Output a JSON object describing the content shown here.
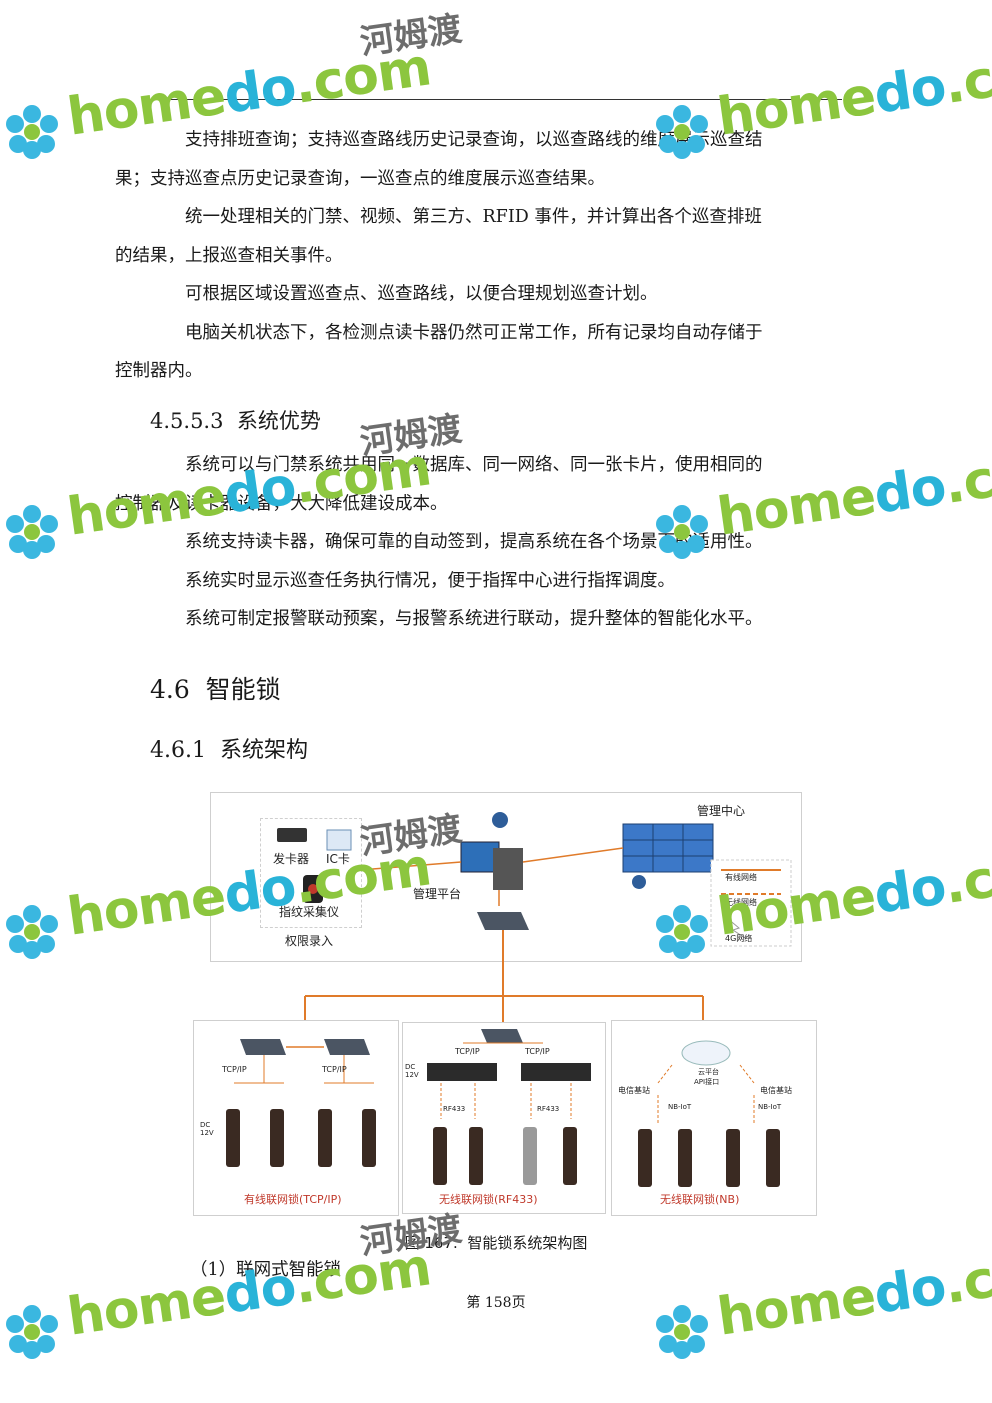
{
  "paragraphs_top": [
    {
      "line1": "支持排班查询；支持巡查路线历史记录查询，以巡查路线的维度展示巡查结",
      "line2": "果；支持巡查点历史记录查询，一巡查点的维度展示巡查结果。"
    },
    {
      "line1": "统一处理相关的门禁、视频、第三方、RFID 事件，并计算出各个巡查排班",
      "line2": "的结果，上报巡查相关事件。"
    },
    {
      "line1": "可根据区域设置巡查点、巡查路线，以便合理规划巡查计划。",
      "line2": ""
    },
    {
      "line1": "电脑关机状态下，各检测点读卡器仍然可正常工作，所有记录均自动存储于",
      "line2": "控制器内。"
    }
  ],
  "section_4553": {
    "num": "4.5.5.3",
    "title": "系统优势"
  },
  "paragraphs_adv": [
    {
      "line1": "系统可以与门禁系统共用同一数据库、同一网络、同一张卡片，使用相同的",
      "line2": "控制器及读卡器设备，大大降低建设成本。"
    },
    {
      "line1": "系统支持读卡器，确保可靠的自动签到，提高系统在各个场景下的适用性。",
      "line2": ""
    },
    {
      "line1": "系统实时显示巡查任务执行情况，便于指挥中心进行指挥调度。",
      "line2": ""
    },
    {
      "line1": "系统可制定报警联动预案，与报警系统进行联动，提升整体的智能化水平。",
      "line2": ""
    }
  ],
  "section_46": {
    "num": "4.6",
    "title": "智能锁"
  },
  "section_461": {
    "num": "4.6.1",
    "title": "系统架构"
  },
  "diagram": {
    "card_issuer": "发卡器",
    "ic_card": "IC卡",
    "fingerprint": "指纹采集仪",
    "permission_entry": "权限录入",
    "mgmt_platform": "管理平台",
    "mgmt_center": "管理中心",
    "legend_wired": "有线网络",
    "legend_wireless": "无线网络",
    "legend_4g": "4G网络",
    "tcpip": "TCP/IP",
    "dc12v": "DC 12V",
    "rf433": "RF433",
    "cloud_platform": "云平台",
    "api": "API接口",
    "telecom_station": "电信基站",
    "nbiot": "NB-IoT",
    "label_wired": "有线联网锁(TCP/IP)",
    "label_rf": "无线联网锁(RF433)",
    "label_nb": "无线联网锁(NB)"
  },
  "caption": {
    "fig": "图 167.",
    "text": "智能锁系统架构图"
  },
  "item1": "（1）联网式智能锁",
  "page_number": "第 158页",
  "watermark": {
    "home": "home",
    "do": "do",
    "com": ".com",
    "cn": "河姆渡"
  },
  "colors": {
    "orange": "#e07b2a",
    "green": "#8cc63e",
    "blue": "#29b3d8",
    "red": "#c0392b"
  }
}
